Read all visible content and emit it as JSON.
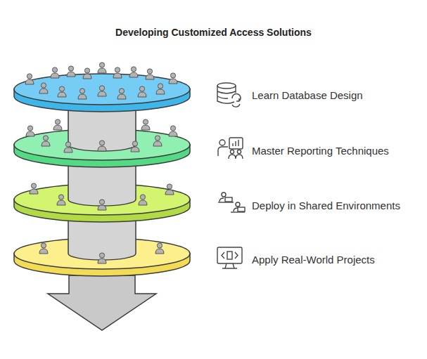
{
  "diagram": {
    "title": "Developing Customized Access Solutions",
    "nodes": [
      {
        "text": [
          "Learn Database Design"
        ]
      },
      {
        "text": [
          "Master Reporting Techniques"
        ]
      },
      {
        "text": [
          "Deploy in Shared Environments"
        ]
      },
      {
        "text": [
          "Apply Real-World Projects"
        ]
      }
    ]
  }
}
